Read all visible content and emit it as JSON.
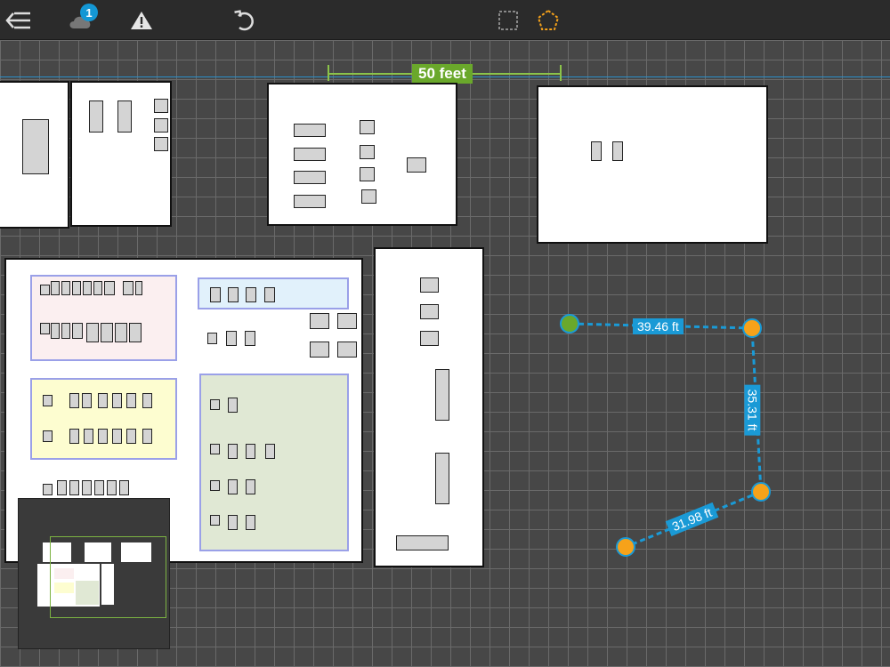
{
  "toolbar": {
    "menu_icon": "back-menu-icon",
    "cloud_icon": "cloud-sync-icon",
    "cloud_badge": "1",
    "warning_icon": "warning-icon",
    "undo_icon": "undo-icon",
    "select_icon": "rect-select-icon",
    "polygon_icon": "polygon-tool-icon"
  },
  "colors": {
    "accent_orange": "#f6a21a",
    "measure_blue": "#1a9ad6",
    "start_green": "#6aa82b",
    "scale_green": "#6aa82b",
    "zone_outline": "#9aa0e8"
  },
  "scale_bar": {
    "label": "50 feet"
  },
  "measurements": [
    {
      "label": "39.46 ft"
    },
    {
      "label": "35.31 ft"
    },
    {
      "label": "31.98 ft"
    }
  ]
}
